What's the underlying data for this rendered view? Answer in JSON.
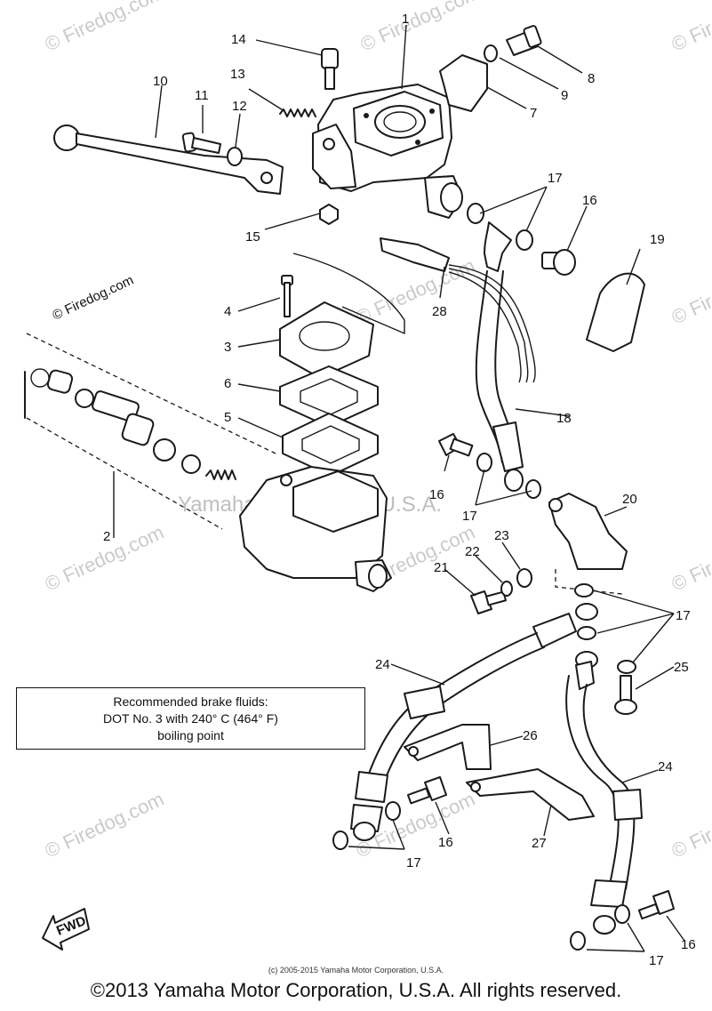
{
  "watermark": {
    "text": "© Firedog.com",
    "center_text": "Yamaha Motor Corp, U.S.A."
  },
  "labels": {
    "p1": "1",
    "p2": "2",
    "p3": "3",
    "p4": "4",
    "p5": "5",
    "p6": "6",
    "p7": "7",
    "p8": "8",
    "p9": "9",
    "p10": "10",
    "p11": "11",
    "p12": "12",
    "p13": "13",
    "p14": "14",
    "p15": "15",
    "p16": "16",
    "p17": "17",
    "p18": "18",
    "p19": "19",
    "p20": "20",
    "p21": "21",
    "p22": "22",
    "p23": "23",
    "p24": "24",
    "p25": "25",
    "p26": "26",
    "p27": "27",
    "p28": "28"
  },
  "note": {
    "line1": "Recommended brake fluids:",
    "line2": "DOT No. 3 with 240° C (464° F)",
    "line3": "boiling point"
  },
  "fwd_label": "FWD",
  "footer": {
    "small": "(c) 2005-2015 Yamaha Motor Corporation, U.S.A.",
    "big": "©2013 Yamaha Motor Corporation, U.S.A. All rights reserved."
  }
}
